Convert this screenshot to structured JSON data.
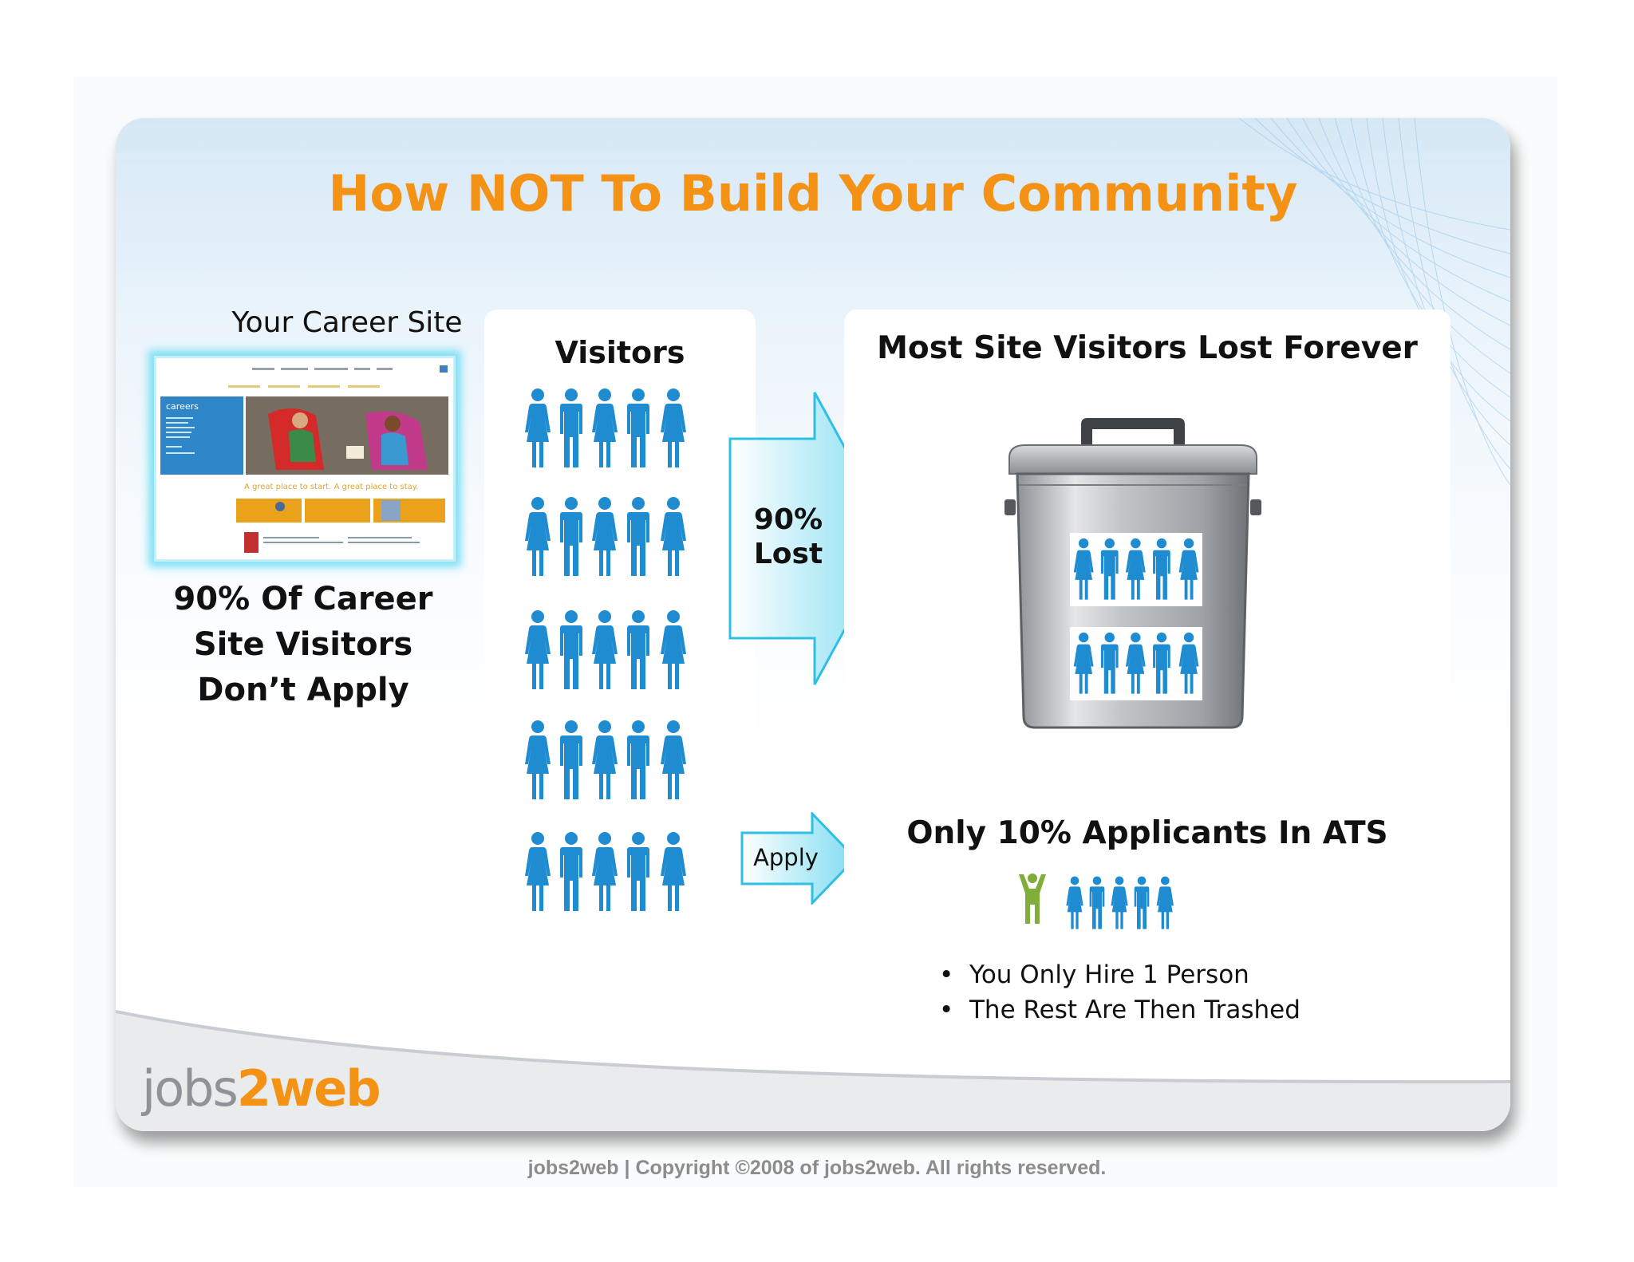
{
  "slide": {
    "title": "How NOT To Build Your Community",
    "accent_color": "#f39214",
    "people_color": "#1f8bd0"
  },
  "career_site": {
    "label": "Your Career Site",
    "screenshot": {
      "brand": "careers",
      "tagline": "A great place to start. A great place to stay."
    },
    "statement_lines": [
      "90% Of Career",
      "Site Visitors",
      "Don’t Apply"
    ]
  },
  "visitors": {
    "title": "Visitors",
    "rows": 5,
    "people_per_row": 5
  },
  "lost_arrow": {
    "label_line1": "90%",
    "label_line2": "Lost"
  },
  "lost_panel": {
    "title": "Most Site Visitors Lost Forever",
    "trash_icon": "trash-can-icon"
  },
  "apply_arrow": {
    "label": "Apply"
  },
  "ats_panel": {
    "title": "Only 10% Applicants In ATS",
    "hired_color": "#7fae3a"
  },
  "bullets": [
    "You Only Hire 1 Person",
    "The Rest Are Then Trashed"
  ],
  "logo": {
    "part1": "jobs",
    "part2": "2web"
  },
  "footer": "jobs2web | Copyright ©2008 of jobs2web. All rights reserved."
}
